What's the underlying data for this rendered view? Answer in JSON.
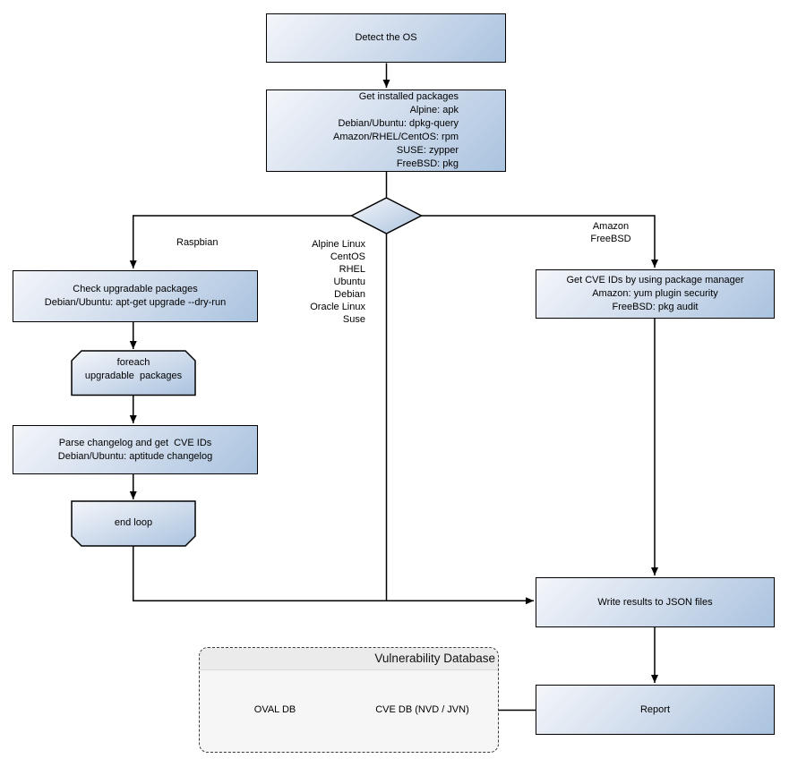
{
  "colors": {
    "node_gradient_light": "#f4f6fa",
    "node_gradient_dark": "#aac3df",
    "connector": "#000000",
    "db_container_fill": "#f6f6f6",
    "db_header_fill": "#ebebeb"
  },
  "nodes": {
    "detect_os": {
      "label": "Detect the OS"
    },
    "get_installed": {
      "lines": [
        "Get installed packages",
        "Alpine: apk",
        "Debian/Ubuntu: dpkg-query",
        "Amazon/RHEL/CentOS: rpm",
        "SUSE: zypper",
        "FreeBSD: pkg"
      ]
    },
    "check_upgradable": {
      "lines": [
        "Check upgradable packages",
        "Debian/Ubuntu: apt-get upgrade --dry-run"
      ]
    },
    "foreach_loop": {
      "lines": [
        "foreach",
        "upgradable  packages"
      ]
    },
    "parse_changelog": {
      "lines": [
        "Parse changelog and get  CVE IDs",
        "Debian/Ubuntu: aptitude changelog"
      ]
    },
    "end_loop": {
      "label": "end loop"
    },
    "get_cve_ids": {
      "lines": [
        "Get CVE IDs by using package manager",
        "Amazon: yum plugin security",
        "FreeBSD: pkg audit"
      ]
    },
    "write_results": {
      "label": "Write results to JSON files"
    },
    "report": {
      "label": "Report"
    }
  },
  "branch_labels": {
    "left": "Raspbian",
    "middle": [
      "Alpine Linux",
      "CentOS",
      "RHEL",
      "Ubuntu",
      "Debian",
      "Oracle Linux",
      "Suse"
    ],
    "right": [
      "Amazon",
      "FreeBSD"
    ]
  },
  "database": {
    "title": "Vulnerability Database",
    "oval_db": "OVAL DB",
    "cve_db": "CVE DB (NVD / JVN)"
  }
}
